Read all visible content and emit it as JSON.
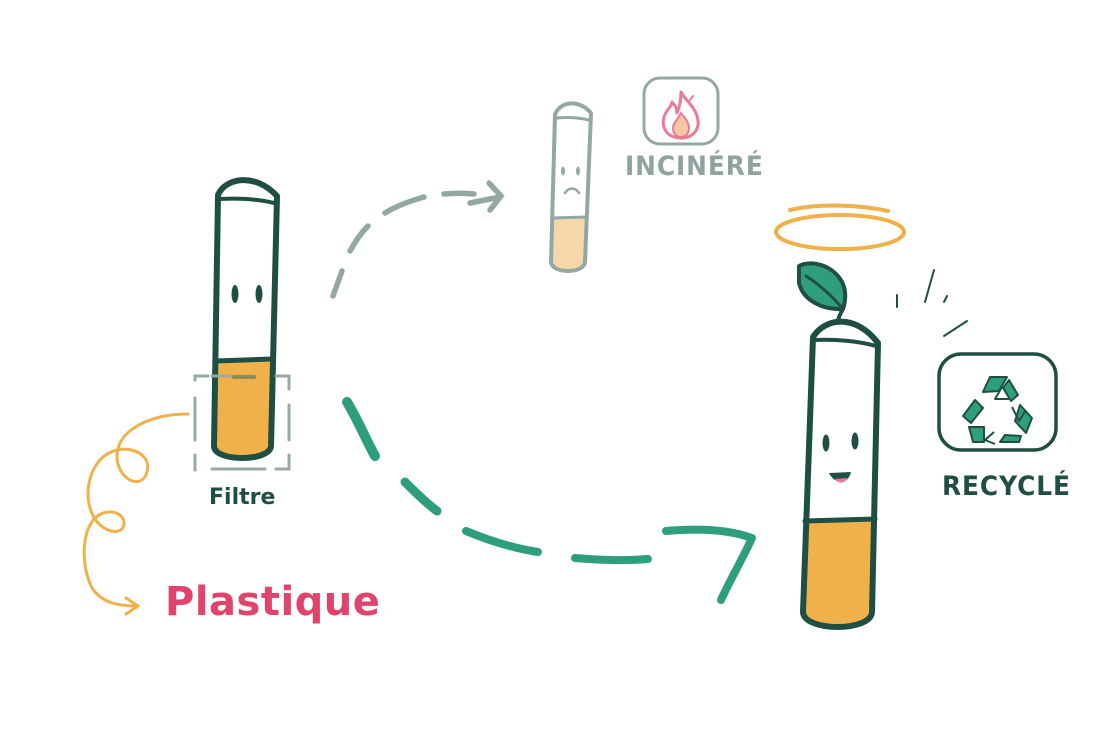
{
  "labels": {
    "filter": "Filtre",
    "plastic": "Plastique",
    "incinerated": "INCINÉRÉ",
    "recycled": "RECYCLÉ"
  },
  "icons": {
    "fire": "fire-icon",
    "recycle": "recycle-icon",
    "leaf": "leaf-icon",
    "halo": "halo-icon"
  },
  "colors": {
    "outline": "#1f4e44",
    "filter_orange": "#f0b04a",
    "green_arrow": "#2f9e7f",
    "grey_arrow": "#93a8a4",
    "plastic_pink": "#e0436c",
    "fire_pink": "#e97b95"
  }
}
